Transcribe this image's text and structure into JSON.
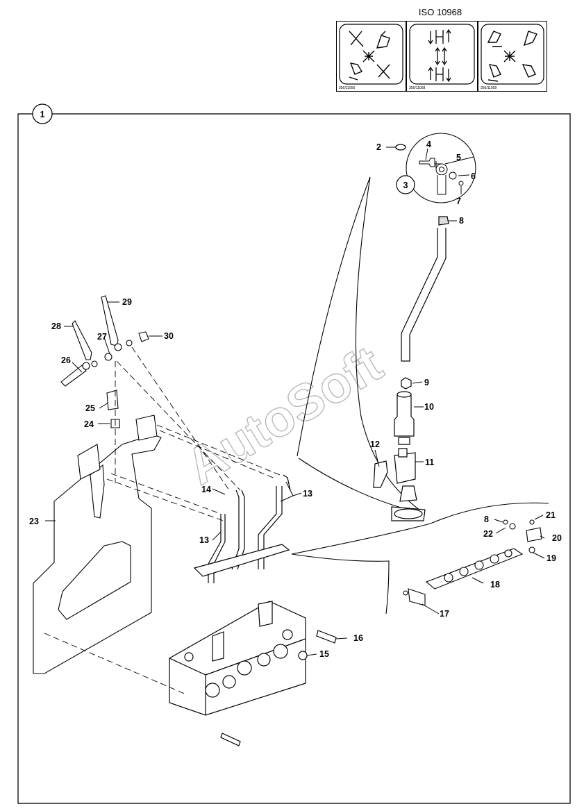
{
  "header": {
    "standard": "ISO 10968",
    "panels": [
      {
        "id": "left",
        "code": "356/11056",
        "icon": "joystick-control-pattern-icon"
      },
      {
        "id": "middle",
        "code": "356/11058",
        "icon": "lever-movement-arrows-icon"
      },
      {
        "id": "right",
        "code": "356/11059",
        "icon": "joystick-control-pattern-icon"
      }
    ]
  },
  "frame": {
    "number": "1"
  },
  "detail": {
    "number": "3"
  },
  "watermark": "AutoSoft",
  "callouts": {
    "c2": "2",
    "c4": "4",
    "c5": "5",
    "c6": "6",
    "c7": "7",
    "c8": "8",
    "c8b": "8",
    "c9": "9",
    "c10": "10",
    "c11": "11",
    "c12": "12",
    "c13a": "13",
    "c13b": "13",
    "c14": "14",
    "c15": "15",
    "c16": "16",
    "c17": "17",
    "c18": "18",
    "c19": "19",
    "c20": "20",
    "c21": "21",
    "c22": "22",
    "c23": "23",
    "c24": "24",
    "c25": "25",
    "c26": "26",
    "c27": "27",
    "c28": "28",
    "c29": "29",
    "c30": "30"
  }
}
